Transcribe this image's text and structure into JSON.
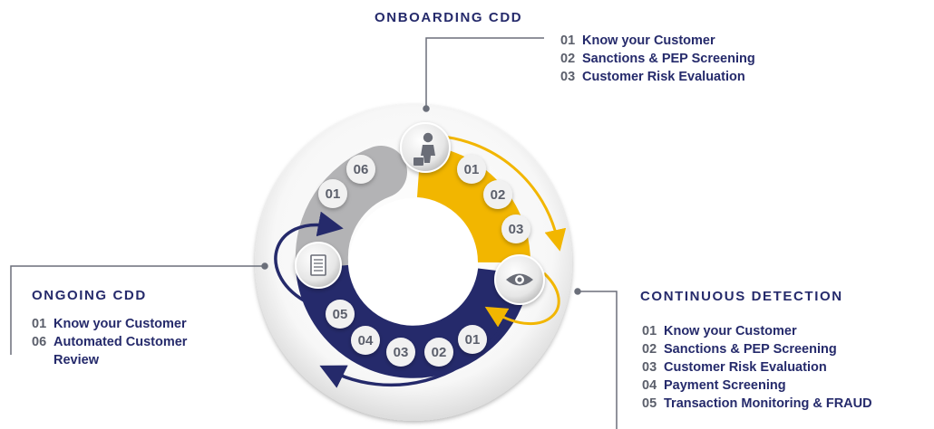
{
  "onboarding": {
    "title": "ONBOARDING CDD",
    "items": [
      {
        "num": "01",
        "text": "Know your Customer"
      },
      {
        "num": "02",
        "text": "Sanctions & PEP Screening"
      },
      {
        "num": "03",
        "text": "Customer Risk Evaluation"
      }
    ]
  },
  "ongoing": {
    "title": "ONGOING CDD",
    "items": [
      {
        "num": "01",
        "text": "Know your Customer"
      },
      {
        "num": "06",
        "text": "Automated Customer Review"
      }
    ]
  },
  "continuous": {
    "title": "CONTINUOUS DETECTION",
    "items": [
      {
        "num": "01",
        "text": "Know your Customer"
      },
      {
        "num": "02",
        "text": "Sanctions & PEP Screening"
      },
      {
        "num": "03",
        "text": "Customer Risk Evaluation"
      },
      {
        "num": "04",
        "text": "Payment Screening"
      },
      {
        "num": "05",
        "text": "Transaction Monitoring & FRAUD"
      }
    ]
  },
  "ring_badges": {
    "yellow": [
      "01",
      "02",
      "03"
    ],
    "navy": [
      "01",
      "02",
      "03",
      "04",
      "05"
    ],
    "gray": [
      "01",
      "06"
    ]
  },
  "colors": {
    "navy": "#252a6b",
    "yellow": "#f2b600",
    "gray": "#b3b3b5",
    "text_gray": "#5b5f6b"
  },
  "icons": {
    "onboarding": "person-with-briefcase-icon",
    "continuous": "eye-icon",
    "ongoing": "document-icon"
  }
}
